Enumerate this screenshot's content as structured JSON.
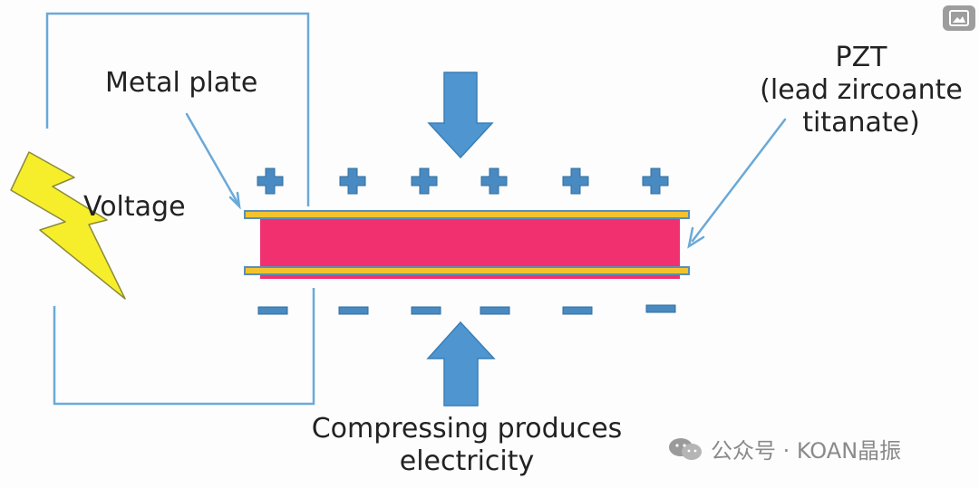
{
  "labels": {
    "metal_plate": "Metal plate",
    "voltage": "Voltage",
    "pzt_line1": "PZT",
    "pzt_line2": "(lead zircoante",
    "pzt_line3": "titanate)",
    "caption_line1": "Compressing produces",
    "caption_line2": "electricity"
  },
  "watermark": {
    "text": "公众号 · KOAN晶振",
    "icon": "wechat-icon"
  },
  "corner_icon": "image-icon",
  "colors": {
    "wire": "#6aa9d8",
    "arrow_fill": "#4f96d0",
    "arrow_stroke": "#3a7fb6",
    "charge": "#4a8ac2",
    "plate_gold": "#f3c32f",
    "plate_edge": "#5a8fb8",
    "pzt": "#f0306f",
    "lightning": "#f6ee2a",
    "lightning_edge": "#8a8a3a"
  },
  "charges": {
    "top": [
      "+",
      "+",
      "+",
      "+",
      "+",
      "+"
    ],
    "bottom": [
      "−",
      "−",
      "−",
      "−",
      "−",
      "−"
    ]
  }
}
